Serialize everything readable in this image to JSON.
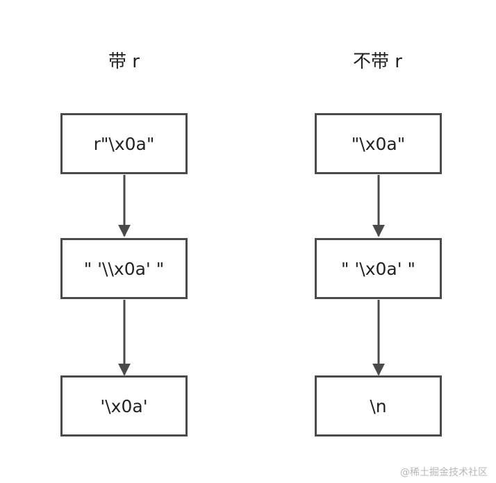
{
  "columns": [
    {
      "title": "带 r",
      "steps": [
        "r\"\\x0a\"",
        "\" '\\\\x0a' \"",
        "'\\x0a'"
      ]
    },
    {
      "title": "不带 r",
      "steps": [
        "\"\\x0a\"",
        "\" '\\x0a' \"",
        "\\n"
      ]
    }
  ],
  "watermark": "@稀土掘金技术社区",
  "colors": {
    "box_border": "#4a4a4a",
    "arrow": "#4a4a4a",
    "text": "#222222",
    "watermark": "#b7b7b7"
  }
}
